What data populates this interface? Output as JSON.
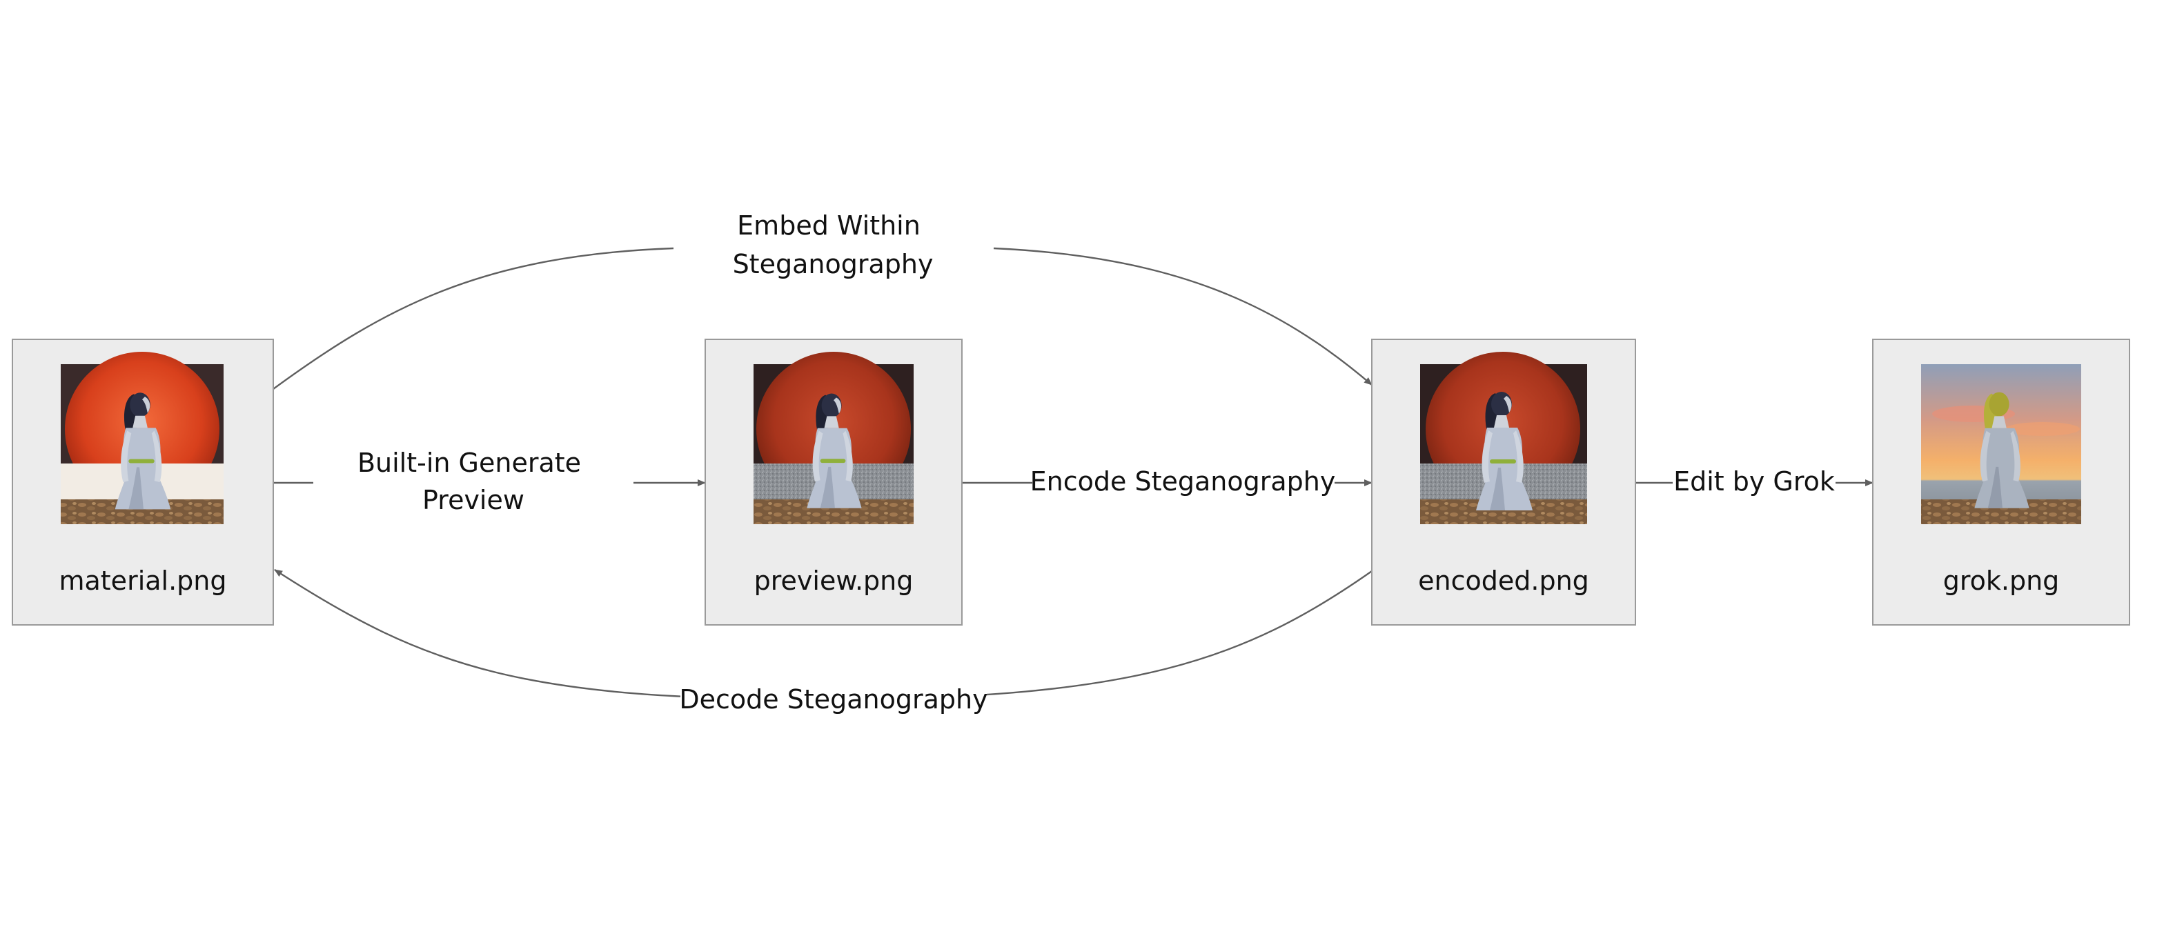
{
  "nodes": [
    {
      "id": "material",
      "label": "material.png",
      "thumbnail": "red-sun-figure-thumbnail"
    },
    {
      "id": "preview",
      "label": "preview.png",
      "thumbnail": "dark-red-sun-figure-thumbnail"
    },
    {
      "id": "encoded",
      "label": "encoded.png",
      "thumbnail": "noisy-red-sun-figure-thumbnail"
    },
    {
      "id": "grok",
      "label": "grok.png",
      "thumbnail": "sunset-blonde-figure-thumbnail"
    }
  ],
  "edges": {
    "embed": {
      "line1": "Embed Within",
      "line2": "Steganography",
      "from": "material",
      "to": "encoded"
    },
    "builtin": {
      "line1": "Built-in Generate",
      "line2": "Preview",
      "from": "material",
      "to": "preview"
    },
    "encode": {
      "label": "Encode Steganography",
      "from": "preview",
      "to": "encoded"
    },
    "edit": {
      "label": "Edit by Grok",
      "from": "encoded",
      "to": "grok"
    },
    "decode": {
      "label": "Decode Steganography",
      "from": "encoded",
      "to": "material"
    }
  },
  "colors": {
    "node_fill": "#ececec",
    "node_border": "#9a9a9a",
    "edge_stroke": "#5f5f5f",
    "text": "#111111"
  }
}
